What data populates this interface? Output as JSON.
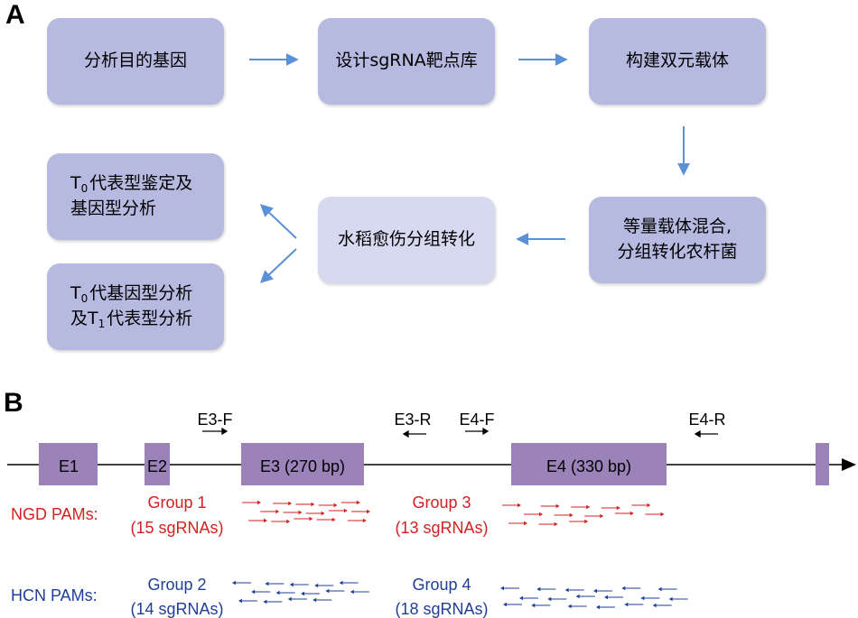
{
  "panel_a_label": "A",
  "panel_b_label": "B",
  "flow": {
    "box1": "分析目的基因",
    "box2": "设计sgRNA靶点库",
    "box3": "构建双元载体",
    "box4_line1": "等量载体混合,",
    "box4_line2": "分组转化农杆菌",
    "box5": "水稻愈伤分组转化",
    "box6_line1_prefix": "T",
    "box6_line1_sub": "0",
    "box6_line1_rest": "代表型鉴定及",
    "box6_line2": "基因型分析",
    "box7_line1_prefix": "T",
    "box7_line1_sub": "0",
    "box7_line1_rest": "代基因型分析",
    "box7_line2_prefix": "及T",
    "box7_line2_sub": "1",
    "box7_line2_rest": "代表型分析"
  },
  "gene": {
    "exons": [
      "E1",
      "E2",
      "E3 (270 bp)",
      "E4 (330 bp)"
    ],
    "primers": [
      "E3-F",
      "E3-R",
      "E4-F",
      "E4-R"
    ],
    "ngd_label": "NGD PAMs:",
    "hcn_label": "HCN PAMs:",
    "groups": [
      {
        "name": "Group 1",
        "count": "(15 sgRNAs)"
      },
      {
        "name": "Group 2",
        "count": "(14 sgRNAs)"
      },
      {
        "name": "Group 3",
        "count": "(13 sgRNAs)"
      },
      {
        "name": "Group 4",
        "count": "(18 sgRNAs)"
      }
    ]
  },
  "colors": {
    "box_dark": "#b6b9e0",
    "box_light": "#d7d9f0",
    "flow_arrow": "#5b8fd6",
    "exon": "#9b82b8",
    "ngd": "#d42020",
    "hcn": "#1f3f96"
  }
}
